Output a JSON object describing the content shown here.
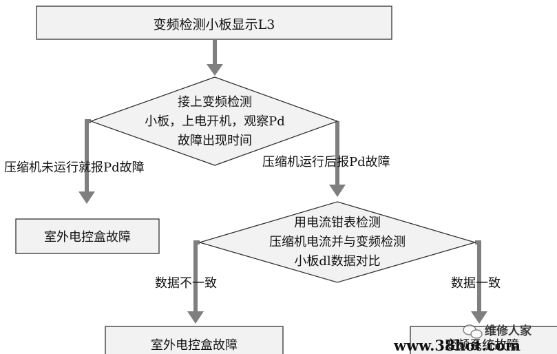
{
  "nodes": {
    "start": "变频检测小板显示L3",
    "decision1": [
      "接上变频检测",
      "小板，上电开机，观察Pd",
      "故障出现时间"
    ],
    "result_left": "室外电控盒故障",
    "decision2": [
      "用电流钳表检测",
      "压缩机电流并与变频检测",
      "小板dl数据对比"
    ],
    "result_mid": "室外电控盒故障",
    "result_right": "变频系统故障"
  },
  "edges": {
    "left_branch": "压缩机未运行就报Pd故障",
    "right_branch": "压缩机运行后报Pd故障",
    "mismatch": "数据不一致",
    "match": "数据一致"
  },
  "watermark": {
    "brand": "维修人家",
    "site": "www.38hot.com"
  },
  "colors": {
    "box_fill": "#f2f2f2",
    "arrow": "#7f7f7f",
    "watermark_blue": "#1a2fd0"
  }
}
